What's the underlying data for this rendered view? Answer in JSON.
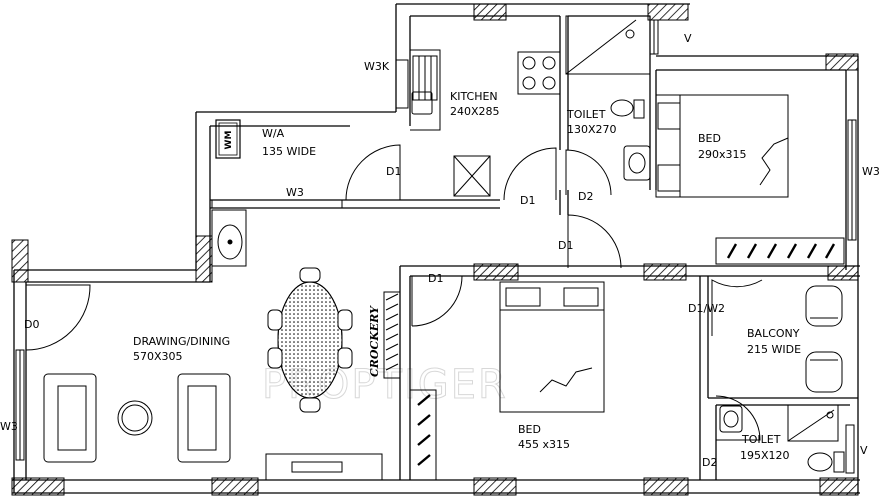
{
  "plan": {
    "rooms": {
      "kitchen": {
        "name": "KITCHEN",
        "size": "240X285"
      },
      "wa": {
        "name": "W/A",
        "size": "135 WIDE"
      },
      "toilet1": {
        "name": "TOILET",
        "size": "130X270"
      },
      "bed1": {
        "name": "BED",
        "size": "290x315"
      },
      "drawing": {
        "name": "DRAWING/DINING",
        "size": "570X305"
      },
      "bed2": {
        "name": "BED",
        "size": "455 x315"
      },
      "balcony": {
        "name": "BALCONY",
        "size": "215 WIDE"
      },
      "toilet2": {
        "name": "TOILET",
        "size": "195X120"
      }
    },
    "labels": {
      "w3k": "W3K",
      "v_top": "V",
      "v_bottom": "V",
      "w3_right": "W3",
      "w3_wa": "W3",
      "w3_left": "W3",
      "d0": "D0",
      "d1_wa": "D1",
      "d1_kitchen": "D1",
      "d1_hall": "D1",
      "d1_bed2": "D1",
      "d2_toilet1": "D2",
      "d1w2": "D1/W2",
      "d2_toilet2": "D2",
      "crockery": "CROCKERY",
      "wm": "WM"
    },
    "watermark": "PROPTIGER"
  }
}
